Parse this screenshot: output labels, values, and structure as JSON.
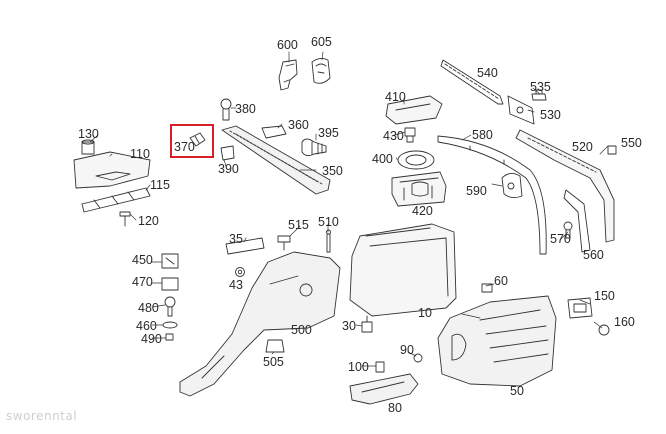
{
  "labels": {
    "l600": "600",
    "l605": "605",
    "l540": "540",
    "l535": "535",
    "l530": "530",
    "l410": "410",
    "l380": "380",
    "l360": "360",
    "l395": "395",
    "l430": "430",
    "l580": "580",
    "l130": "130",
    "l110": "110",
    "l370": "370",
    "l390": "390",
    "l350": "350",
    "l400": "400",
    "l520": "520",
    "l550": "550",
    "l115": "115",
    "l590": "590",
    "l420": "420",
    "l120": "120",
    "l515": "515",
    "l510": "510",
    "l35": "35",
    "l570": "570",
    "l560": "560",
    "l450": "450",
    "l470": "470",
    "l43": "43",
    "l60": "60",
    "l150": "150",
    "l480": "480",
    "l460": "460",
    "l490": "490",
    "l30": "30",
    "l10": "10",
    "l500": "500",
    "l160": "160",
    "l90": "90",
    "l505": "505",
    "l100": "100",
    "l50": "50",
    "l80": "80"
  },
  "highlight_part": "370",
  "highlight_color": "#d61f26",
  "watermark": "sworenntal"
}
